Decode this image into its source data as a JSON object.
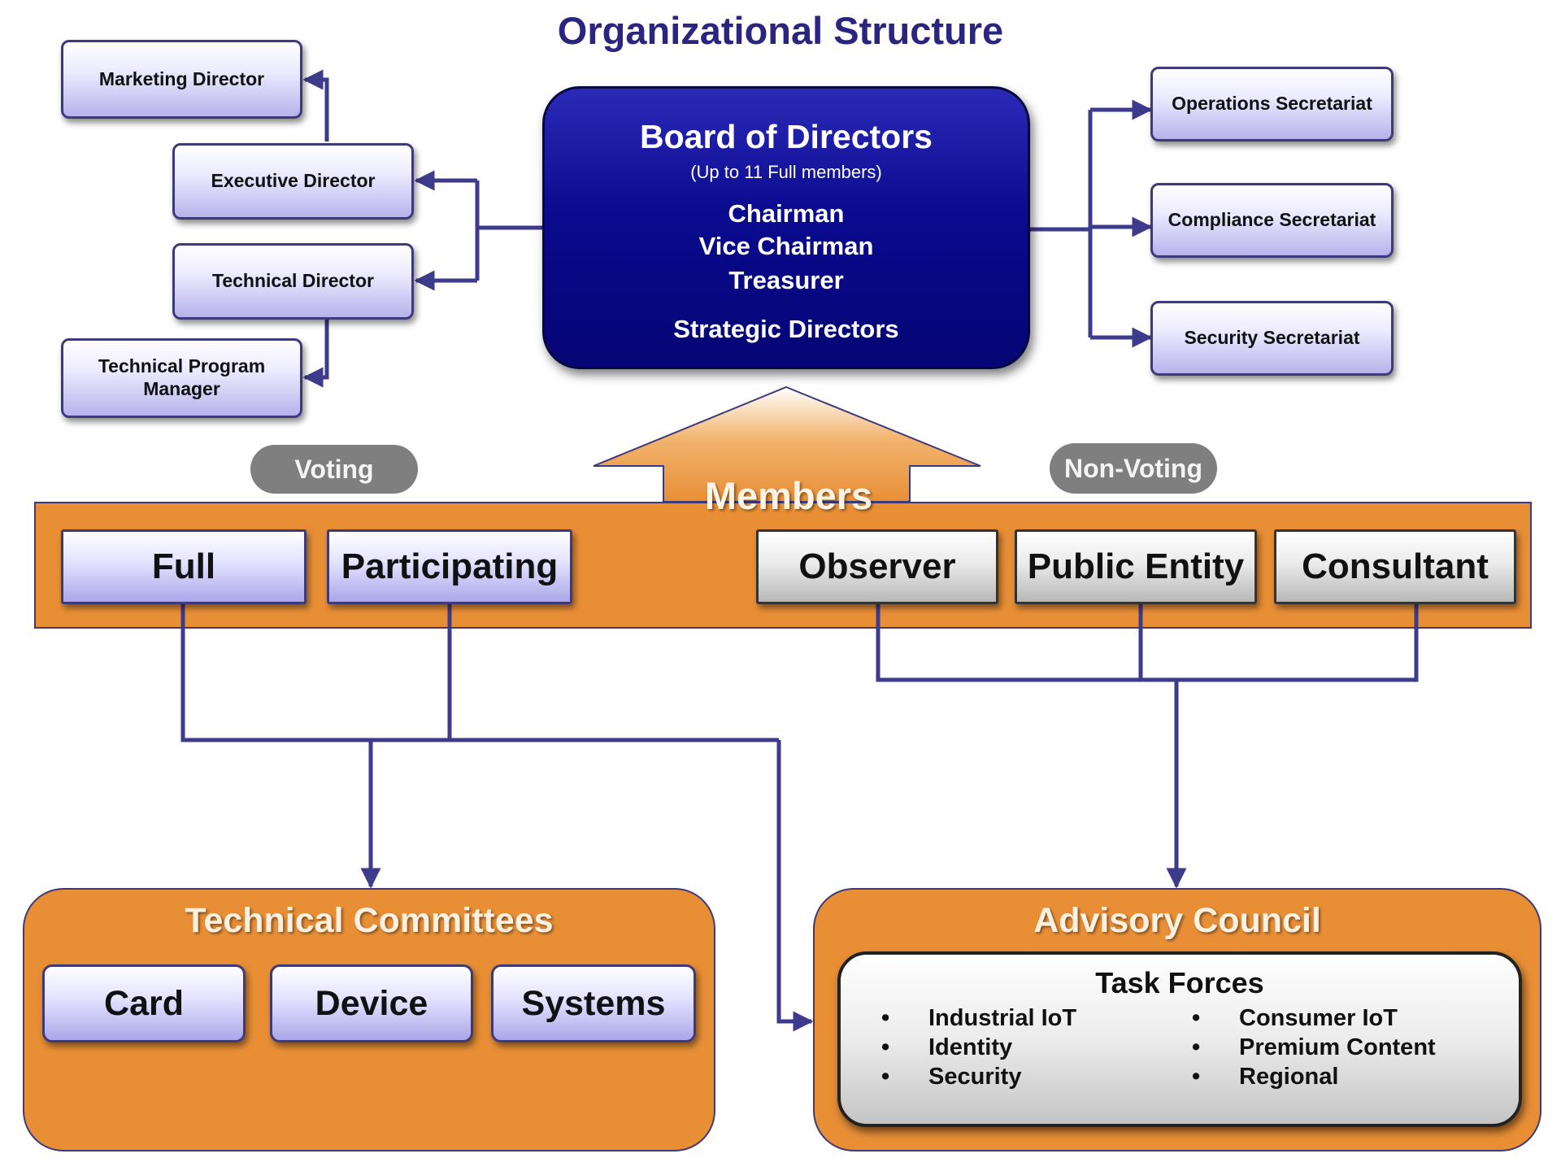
{
  "title": "Organizational Structure",
  "board": {
    "title": "Board of Directors",
    "subtitle": "(Up to 11 Full members)",
    "roles": [
      "Chairman",
      "Vice Chairman",
      "Treasurer",
      "Strategic Directors"
    ]
  },
  "left_roles": [
    "Marketing Director",
    "Executive Director",
    "Technical Director",
    "Technical Program Manager"
  ],
  "secretariats": [
    "Operations Secretariat",
    "Compliance Secretariat",
    "Security Secretariat"
  ],
  "members": {
    "label": "Members",
    "voting_label": "Voting",
    "nonvoting_label": "Non-Voting",
    "voting": [
      "Full",
      "Participating"
    ],
    "nonvoting": [
      "Observer",
      "Public Entity",
      "Consultant"
    ]
  },
  "technical_committees": {
    "title": "Technical Committees",
    "items": [
      "Card",
      "Device",
      "Systems"
    ]
  },
  "advisory_council": {
    "title": "Advisory Council",
    "task_forces": {
      "title": "Task Forces",
      "left": [
        "Industrial IoT",
        "Identity",
        "Security"
      ],
      "right": [
        "Consumer IoT",
        "Premium Content",
        "Regional"
      ]
    }
  },
  "colors": {
    "title": "#2a2580",
    "board": "#0a0a8f",
    "orange": "#e88f36",
    "connector": "#3e3a8c",
    "voting_fill": "#e3e1ff",
    "nonvoting_fill": "#ebebeb"
  }
}
